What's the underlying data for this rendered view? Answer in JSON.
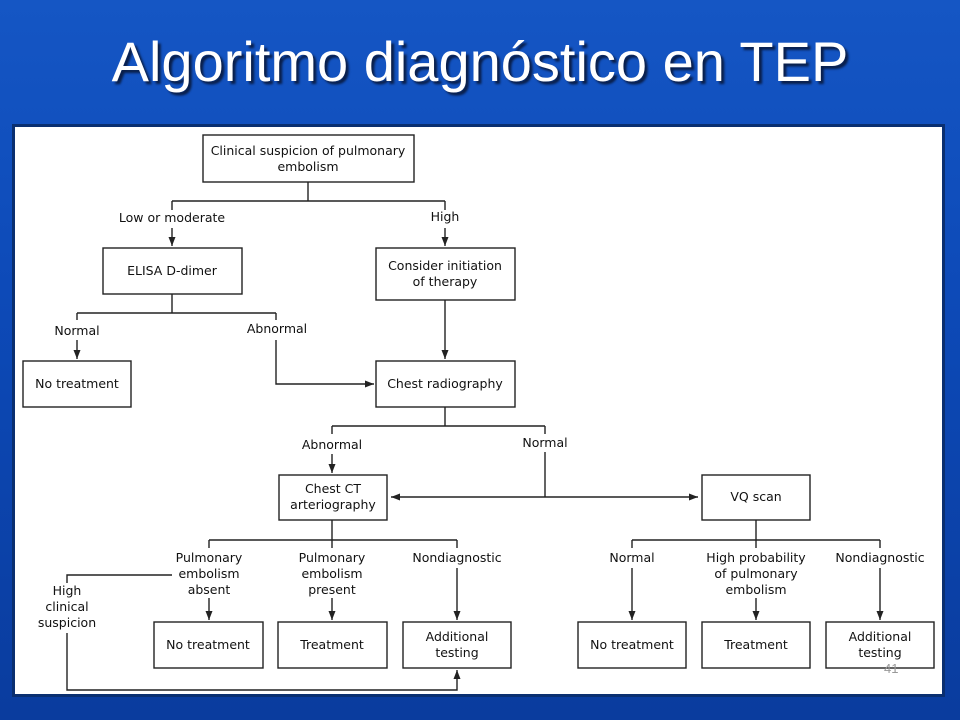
{
  "title": "Algoritmo diagnóstico en TEP",
  "page_number": "41",
  "nodes": {
    "suspicion": [
      "Clinical suspicion of pulmonary",
      "embolism"
    ],
    "elisa": [
      "ELISA D-dimer"
    ],
    "consider": [
      "Consider initiation",
      "of therapy"
    ],
    "no_treatment_1": [
      "No treatment"
    ],
    "chest_radiography": [
      "Chest radiography"
    ],
    "chest_ct": [
      "Chest CT",
      "arteriography"
    ],
    "vq_scan": [
      "VQ scan"
    ],
    "no_treatment_2": [
      "No treatment"
    ],
    "treatment_1": [
      "Treatment"
    ],
    "additional_1": [
      "Additional",
      "testing"
    ],
    "no_treatment_3": [
      "No treatment"
    ],
    "treatment_2": [
      "Treatment"
    ],
    "additional_2": [
      "Additional",
      "testing"
    ]
  },
  "labels": {
    "low_moderate": [
      "Low or moderate"
    ],
    "high": [
      "High"
    ],
    "normal_1": [
      "Normal"
    ],
    "abnormal_1": [
      "Abnormal"
    ],
    "abnormal_2": [
      "Abnormal"
    ],
    "normal_2": [
      "Normal"
    ],
    "pe_absent": [
      "Pulmonary",
      "embolism",
      "absent"
    ],
    "pe_present": [
      "Pulmonary",
      "embolism",
      "present"
    ],
    "nondiagnostic_1": [
      "Nondiagnostic"
    ],
    "high_clinical": [
      "High",
      "clinical",
      "suspicion"
    ],
    "normal_3": [
      "Normal"
    ],
    "high_prob": [
      "High probability",
      "of pulmonary",
      "embolism"
    ],
    "nondiagnostic_2": [
      "Nondiagnostic"
    ]
  }
}
